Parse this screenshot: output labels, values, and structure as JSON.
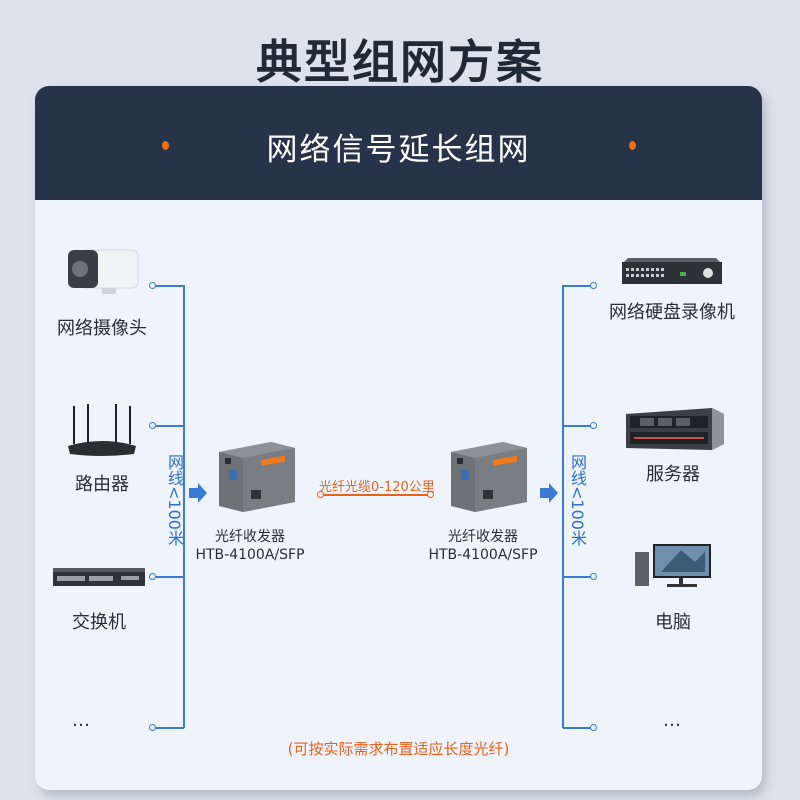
{
  "page_title": "典型组网方案",
  "card": {
    "header_title": "网络信号延长组网",
    "accent_color": "#f06d1a",
    "header_color": "#263349",
    "line_color": "#3a7bd5"
  },
  "left_devices": [
    {
      "label": "网络摄像头",
      "icon": "ip-camera-icon"
    },
    {
      "label": "路由器",
      "icon": "router-icon"
    },
    {
      "label": "交换机",
      "icon": "switch-icon"
    },
    {
      "label": "…",
      "icon": "more-ellipsis"
    }
  ],
  "right_devices": [
    {
      "label": "网络硬盘录像机",
      "icon": "nvr-icon"
    },
    {
      "label": "服务器",
      "icon": "server-icon"
    },
    {
      "label": "电脑",
      "icon": "desktop-computer-icon"
    },
    {
      "label": "…",
      "icon": "more-ellipsis"
    }
  ],
  "cable_left_label": "网线<100米",
  "cable_right_label": "网线<100米",
  "transceivers": [
    {
      "name": "光纤收发器",
      "model": "HTB-4100A/SFP"
    },
    {
      "name": "光纤收发器",
      "model": "HTB-4100A/SFP"
    }
  ],
  "fiber_label": "光纤光缆0-120公里",
  "note": "(可按实际需求布置适应长度光纤)"
}
